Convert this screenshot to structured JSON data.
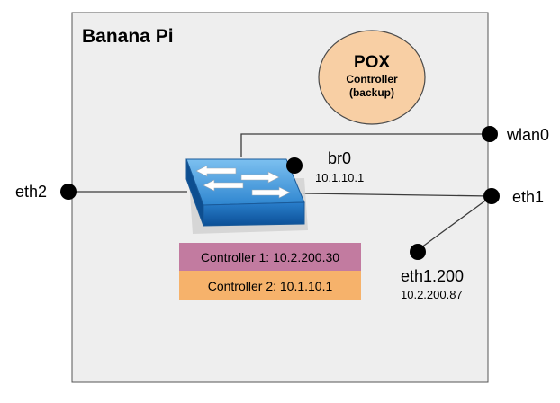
{
  "box": {
    "title": "Banana Pi",
    "background": "#eeeeee",
    "border_color": "#555555"
  },
  "pox": {
    "title": "POX",
    "subtitle_line1": "Controller",
    "subtitle_line2": "(backup)",
    "fill": "#f8cfa4",
    "stroke": "#4a4a4a"
  },
  "switch": {
    "icon": "network-switch-icon",
    "name": "br0",
    "ip": "10.1.10.1",
    "top_color": "#3b8fd6",
    "front_color": "#0f63b5"
  },
  "ports": {
    "eth2": {
      "label": "eth2"
    },
    "wlan0": {
      "label": "wlan0"
    },
    "eth1": {
      "label": "eth1"
    },
    "eth1_200": {
      "label": "eth1.200",
      "ip": "10.2.200.87"
    }
  },
  "controllers": [
    {
      "label": "Controller 1: 10.2.200.30",
      "color": "#c27ba0"
    },
    {
      "label": "Controller 2: 10.1.10.1",
      "color": "#f6b26b"
    }
  ]
}
